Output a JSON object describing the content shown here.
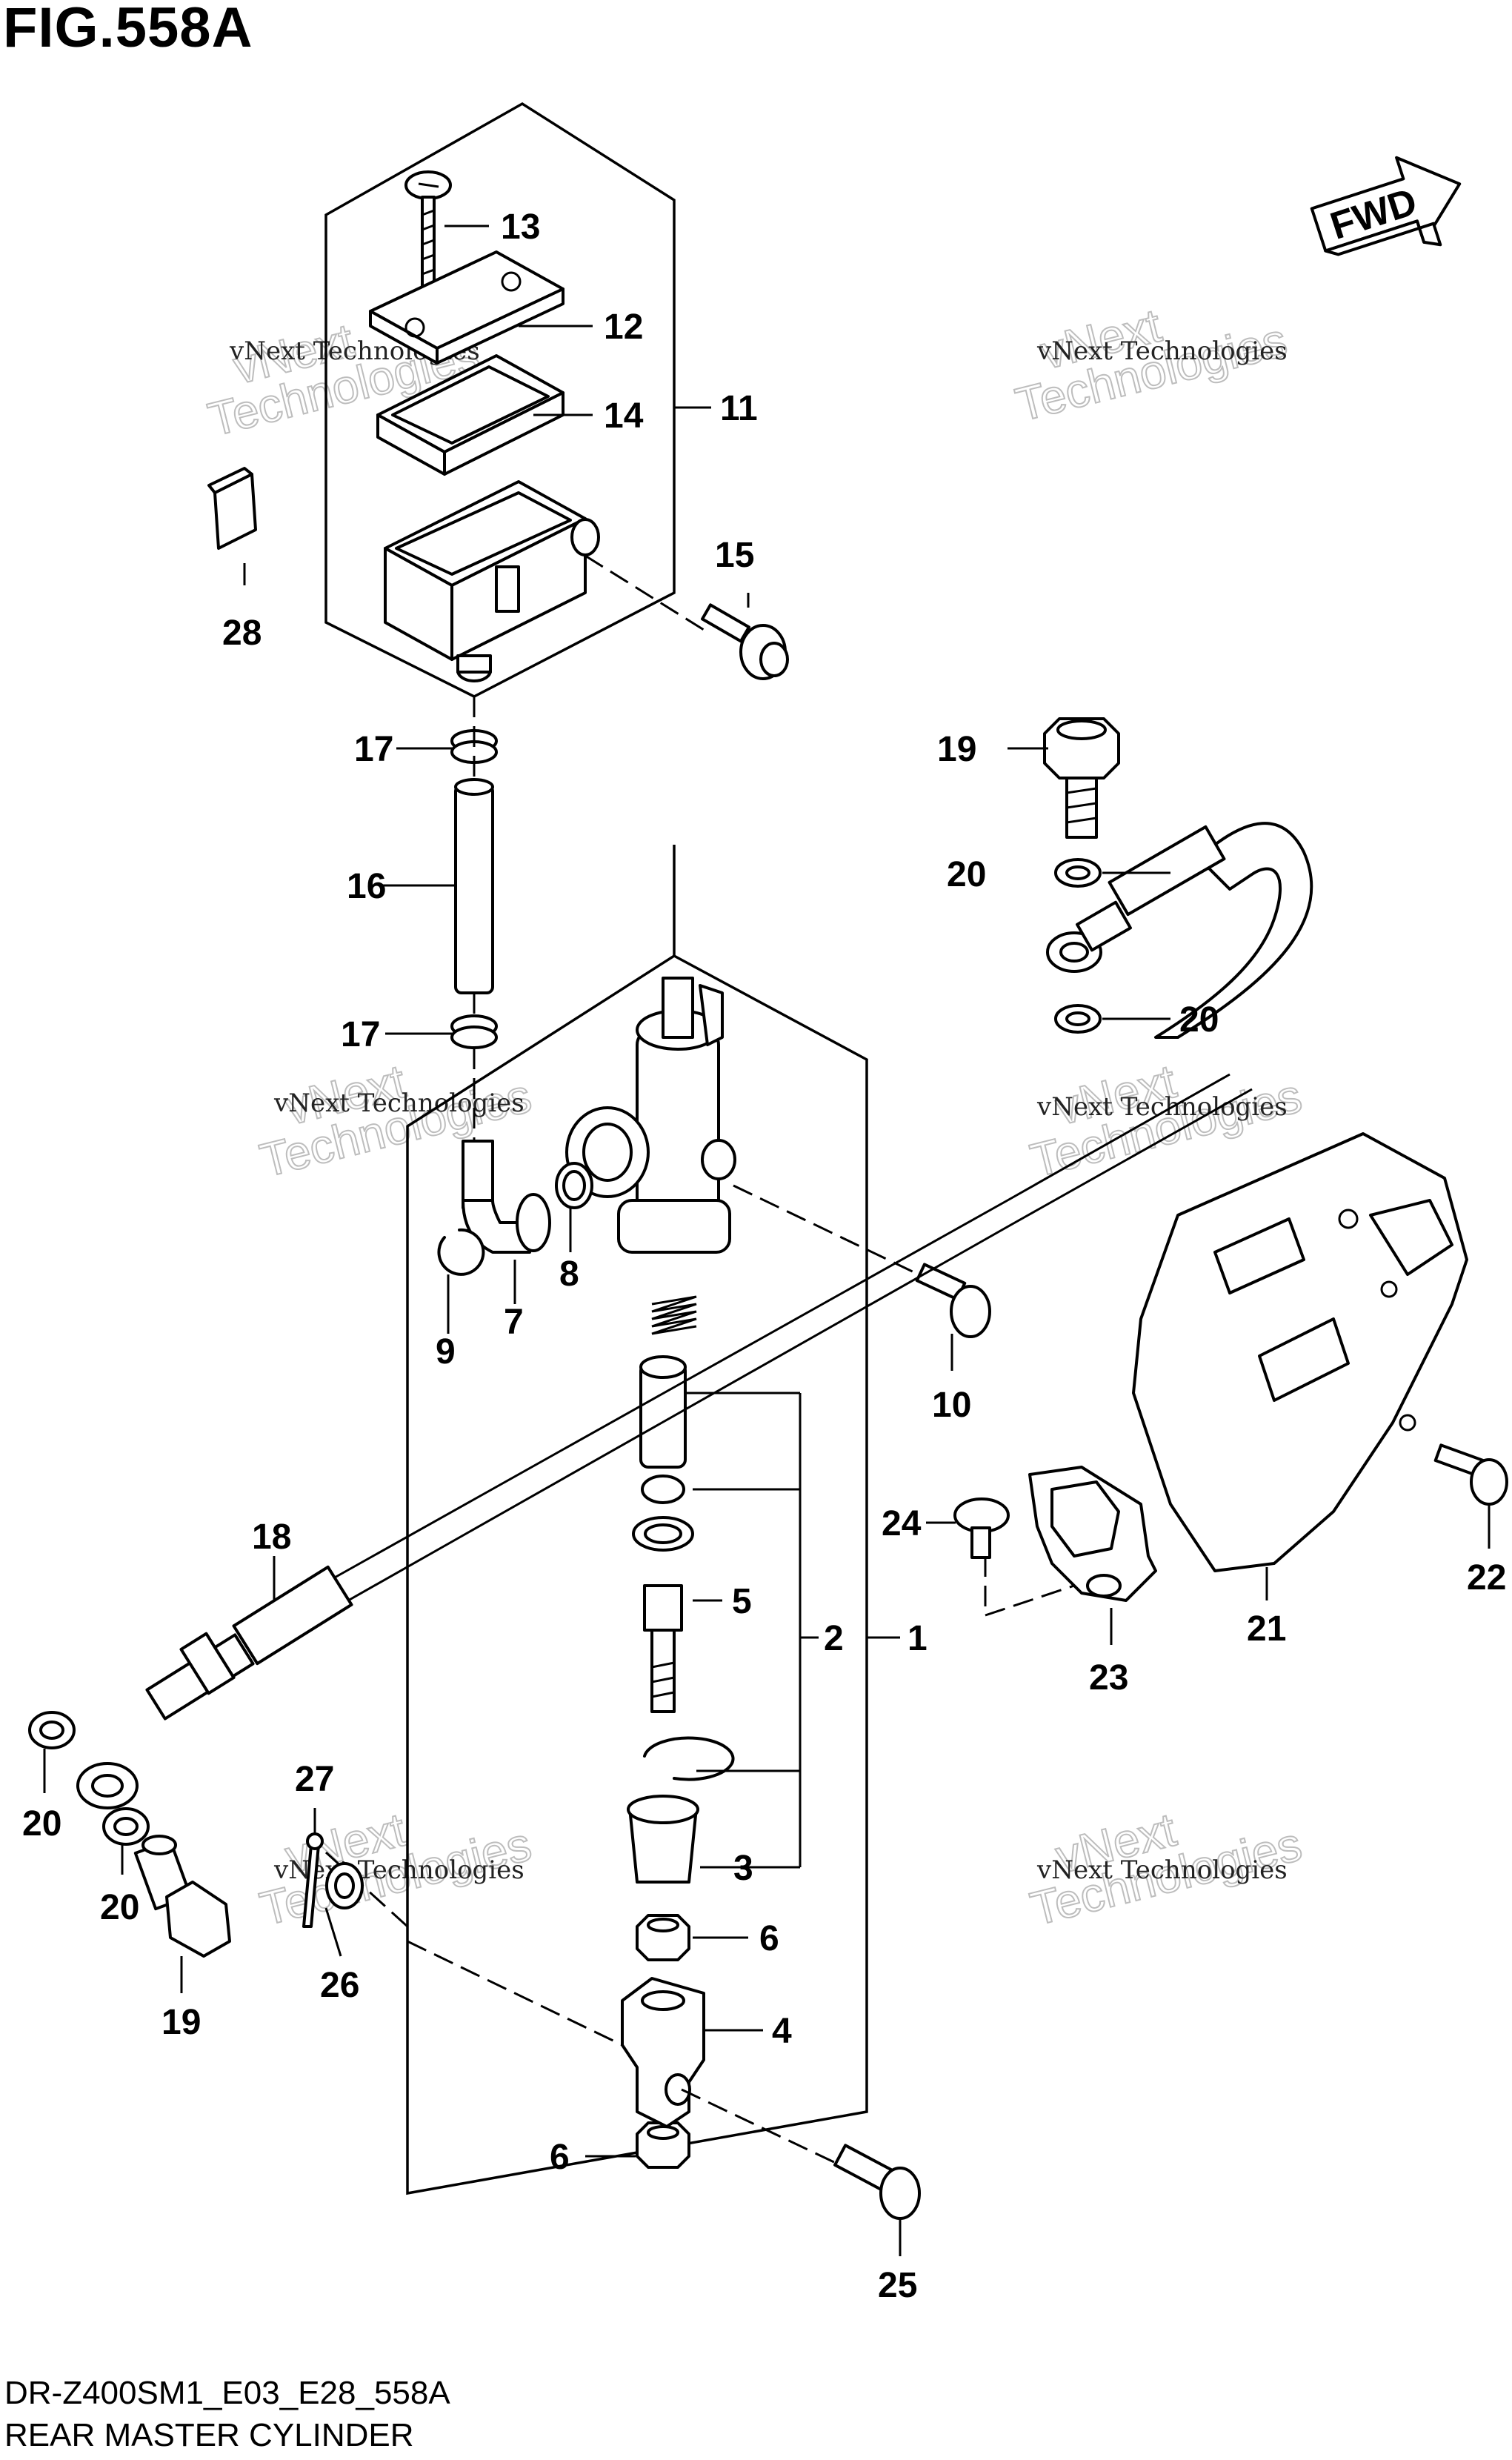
{
  "figure": {
    "title": "FIG.558A",
    "drawing_code": "DR-Z400SM1_E03_E28_558A",
    "caption": "REAR MASTER CYLINDER",
    "direction_badge": "FWD"
  },
  "watermark": {
    "line1": "vNext Technologies",
    "line2": "vNext",
    "line3": "Technologies"
  },
  "callouts": {
    "c1": "1",
    "c2": "2",
    "c3": "3",
    "c4": "4",
    "c5": "5",
    "c6a": "6",
    "c6b": "6",
    "c7": "7",
    "c8": "8",
    "c9": "9",
    "c10": "10",
    "c11": "11",
    "c12": "12",
    "c13": "13",
    "c14": "14",
    "c15": "15",
    "c16": "16",
    "c17a": "17",
    "c17b": "17",
    "c18": "18",
    "c19a": "19",
    "c19b": "19",
    "c20a": "20",
    "c20b": "20",
    "c20c": "20",
    "c20d": "20",
    "c21": "21",
    "c22": "22",
    "c23": "23",
    "c24": "24",
    "c25": "25",
    "c26": "26",
    "c27": "27",
    "c28": "28"
  }
}
